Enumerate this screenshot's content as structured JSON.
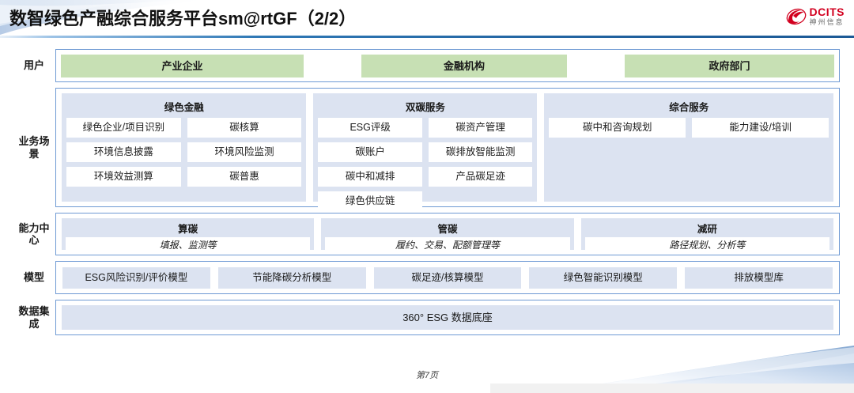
{
  "header": {
    "title": "数智绿色产融综合服务平台sm@rtGF（2/2）",
    "logo_en": "DCITS",
    "logo_cn": "神州信息"
  },
  "colors": {
    "user_chip": "#c7e0b4",
    "panel_fill": "#dce3f1",
    "panel_border": "#6f9ad4",
    "brand_red": "#d2001f",
    "rule_blue": "#1f5f9c"
  },
  "rows": {
    "users": {
      "label": "用户",
      "chips": [
        "产业企业",
        "金融机构",
        "政府部门"
      ]
    },
    "scenarios": {
      "label": "业务场景",
      "columns": [
        {
          "title": "绿色金融",
          "items": [
            "绿色企业/项目识别",
            "碳核算",
            "环境信息披露",
            "环境风险监测",
            "环境效益测算",
            "碳普惠"
          ]
        },
        {
          "title": "双碳服务",
          "items": [
            "ESG评级",
            "碳资产管理",
            "碳账户",
            "碳排放智能监测",
            "碳中和减排",
            "产品碳足迹",
            "绿色供应链"
          ]
        },
        {
          "title": "综合服务",
          "items": [
            "碳中和咨询规划",
            "能力建设/培训"
          ]
        }
      ]
    },
    "capability": {
      "label": "能力中心",
      "columns": [
        {
          "title": "算碳",
          "subtitle": "填报、监测等"
        },
        {
          "title": "管碳",
          "subtitle": "履约、交易、配额管理等"
        },
        {
          "title": "减研",
          "subtitle": "路径规划、分析等"
        }
      ]
    },
    "models": {
      "label": "模型",
      "items": [
        "ESG风险识别/评价模型",
        "节能降碳分析模型",
        "碳足迹/核算模型",
        "绿色智能识别模型",
        "排放模型库"
      ]
    },
    "data": {
      "label": "数据集成",
      "bar": "360° ESG 数据底座"
    }
  },
  "footer": {
    "page": "第7页"
  }
}
